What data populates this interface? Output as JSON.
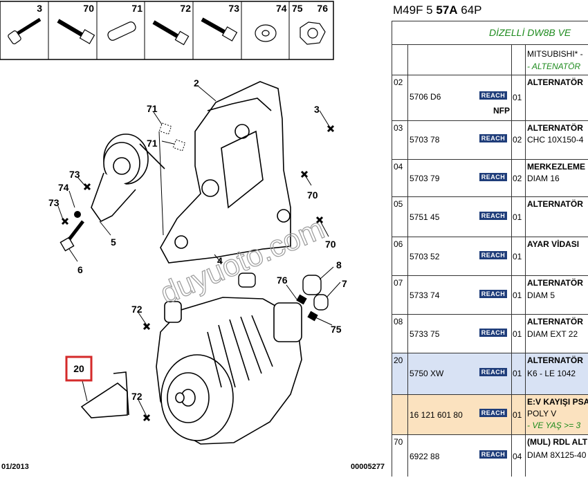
{
  "diagram": {
    "thumbnails": [
      "3",
      "70",
      "71",
      "72",
      "73",
      "74",
      "75",
      "76"
    ],
    "labels": {
      "l2": "2",
      "l3": "3",
      "l4": "4",
      "l5": "5",
      "l6": "6",
      "l7": "7",
      "l8": "8",
      "l71a": "71",
      "l71b": "71",
      "l72a": "72",
      "l72b": "72",
      "l73a": "73",
      "l73b": "73",
      "l74": "74",
      "l70a": "70",
      "l70b": "70",
      "l75": "75",
      "l76": "76",
      "l20": "20"
    },
    "date": "01/2013",
    "code": "00005277",
    "watermark": "duyuoto.com"
  },
  "parts": {
    "header_code_a": "M49F 5 ",
    "header_code_b": "57A",
    "header_code_c": " 64P",
    "section_title": "DİZELLİ DW8B VE",
    "rows": [
      {
        "num": "",
        "ref": "",
        "reach": "",
        "qty": "",
        "desc1": "",
        "desc2": "MITSUBISHI* -",
        "desc3": "- ALTENATÖR",
        "nfp": ""
      },
      {
        "num": "02",
        "ref": "5706 D6",
        "reach": "REACH",
        "qty": "01",
        "desc1": "ALTERNATÖR",
        "desc2": "",
        "desc3": "",
        "nfp": "NFP"
      },
      {
        "num": "03",
        "ref": "5703 78",
        "reach": "REACH",
        "qty": "02",
        "desc1": "ALTERNATÖR",
        "desc2": "CHC 10X150-4",
        "desc3": "",
        "nfp": ""
      },
      {
        "num": "04",
        "ref": "5703 79",
        "reach": "REACH",
        "qty": "02",
        "desc1": "MERKEZLEME",
        "desc2": "DIAM 16",
        "desc3": "",
        "nfp": ""
      },
      {
        "num": "05",
        "ref": "5751 45",
        "reach": "REACH",
        "qty": "01",
        "desc1": "ALTERNATÖR",
        "desc2": "",
        "desc3": "",
        "nfp": ""
      },
      {
        "num": "06",
        "ref": "5703 52",
        "reach": "REACH",
        "qty": "01",
        "desc1": "AYAR VİDASI",
        "desc2": "",
        "desc3": "",
        "nfp": ""
      },
      {
        "num": "07",
        "ref": "5733 74",
        "reach": "REACH",
        "qty": "01",
        "desc1": "ALTERNATÖR",
        "desc2": "DIAM 5",
        "desc3": "",
        "nfp": ""
      },
      {
        "num": "08",
        "ref": "5733 75",
        "reach": "REACH",
        "qty": "01",
        "desc1": "ALTERNATÖR",
        "desc2": "DIAM EXT 22",
        "desc3": "",
        "nfp": ""
      },
      {
        "num": "20",
        "ref": "5750 XW",
        "reach": "REACH",
        "qty": "01",
        "desc1": "ALTERNATÖR",
        "desc2": "K6 - LE 1042",
        "desc3": "",
        "nfp": ""
      },
      {
        "num": "",
        "ref": "16 121 601 80",
        "reach": "REACH",
        "qty": "01",
        "desc1": "E:V KAYIŞI PSA",
        "desc2": "POLY V",
        "desc3": "- VE YAŞ >= 3",
        "nfp": ""
      },
      {
        "num": "70",
        "ref": "6922 88",
        "reach": "REACH",
        "qty": "04",
        "desc1": "(MUL) RDL ALT",
        "desc2": "DIAM 8X125-40",
        "desc3": "",
        "nfp": ""
      }
    ]
  }
}
